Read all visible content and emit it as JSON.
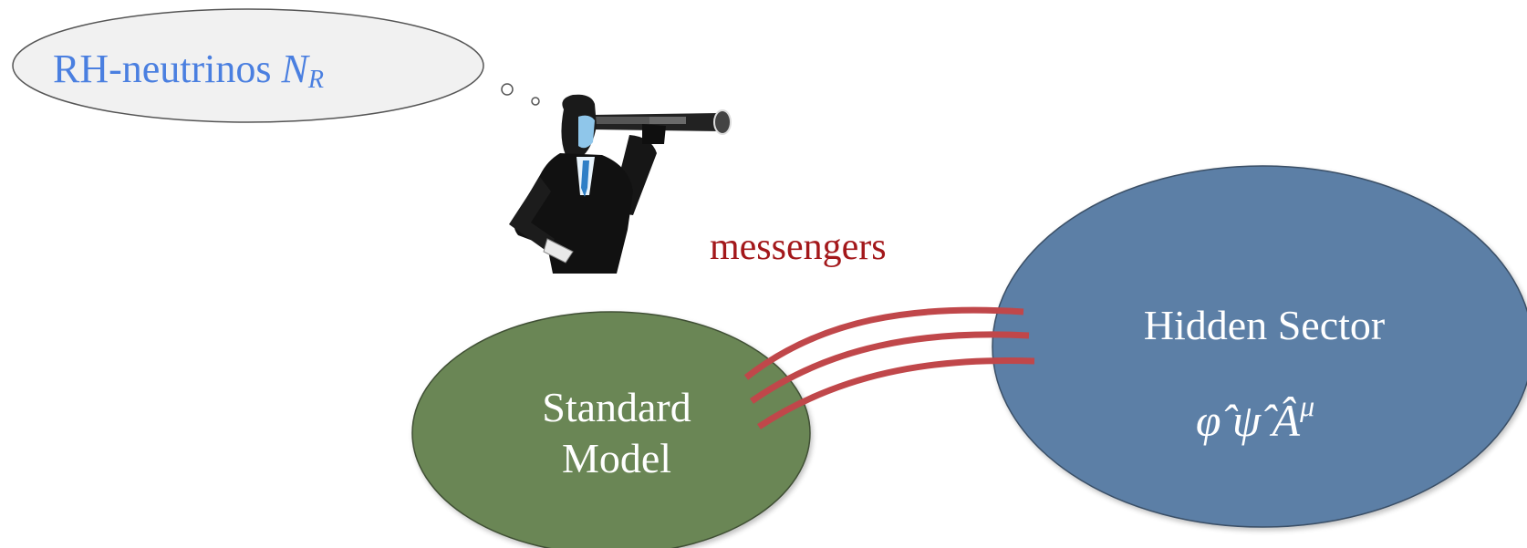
{
  "thought_bubble": {
    "text_main": "RH-neutrinos ",
    "text_symbol": "N",
    "text_subscript": "R"
  },
  "messengers": {
    "label": "messengers",
    "line_count": 3
  },
  "standard_model": {
    "line1": "Standard",
    "line2": "Model"
  },
  "hidden_sector": {
    "title": "Hidden Sector",
    "fields": "φ̂  ψ̂  Â",
    "superscript": "μ"
  },
  "colors": {
    "bubble_fill": "#f1f1f1",
    "bubble_text": "#4a7fe0",
    "messenger_text": "#a3181b",
    "messenger_lines": "#c0474a",
    "standard_model_fill": "#6a8654",
    "hidden_sector_fill": "#5c7fa6",
    "sector_text": "#ffffff"
  }
}
